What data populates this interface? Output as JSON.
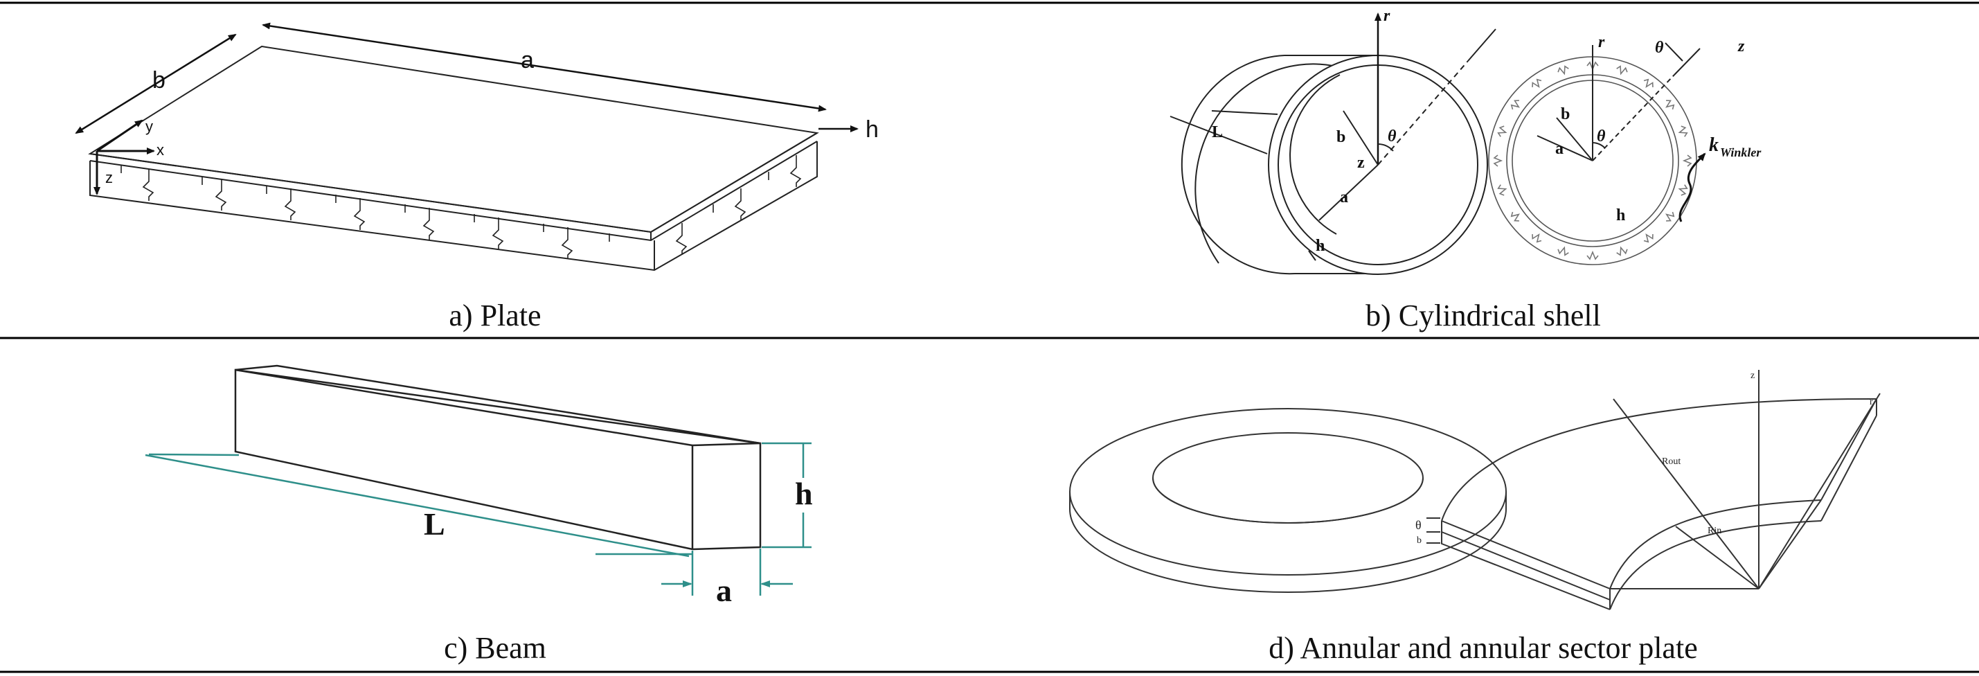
{
  "panels": {
    "plate": {
      "caption": "a) Plate",
      "labels": {
        "a": "a",
        "b": "b",
        "h": "h",
        "x": "x",
        "y": "y",
        "z": "z"
      }
    },
    "shell": {
      "caption": "b) Cylindrical shell",
      "labels": {
        "r1": "r",
        "r2": "r",
        "L": "L",
        "a1": "a",
        "a2": "a",
        "b1": "b",
        "b2": "b",
        "h1": "h",
        "h2": "h",
        "z1": "z",
        "z2": "z",
        "theta1": "θ",
        "theta2": "θ",
        "theta3": "θ",
        "k_main": "k",
        "k_sub": "Winkler"
      }
    },
    "beam": {
      "caption": "c) Beam",
      "labels": {
        "L": "L",
        "h": "h",
        "a": "a"
      }
    },
    "annular": {
      "caption": "d) Annular and annular sector plate",
      "labels": {
        "z": "z",
        "r": "r",
        "rout": "Rout",
        "rin": "Rin",
        "theta": "θ",
        "b": "b"
      }
    }
  },
  "colors": {
    "line": "#222222",
    "rule": "#000000",
    "beam_dim": "#2e8f8a"
  }
}
